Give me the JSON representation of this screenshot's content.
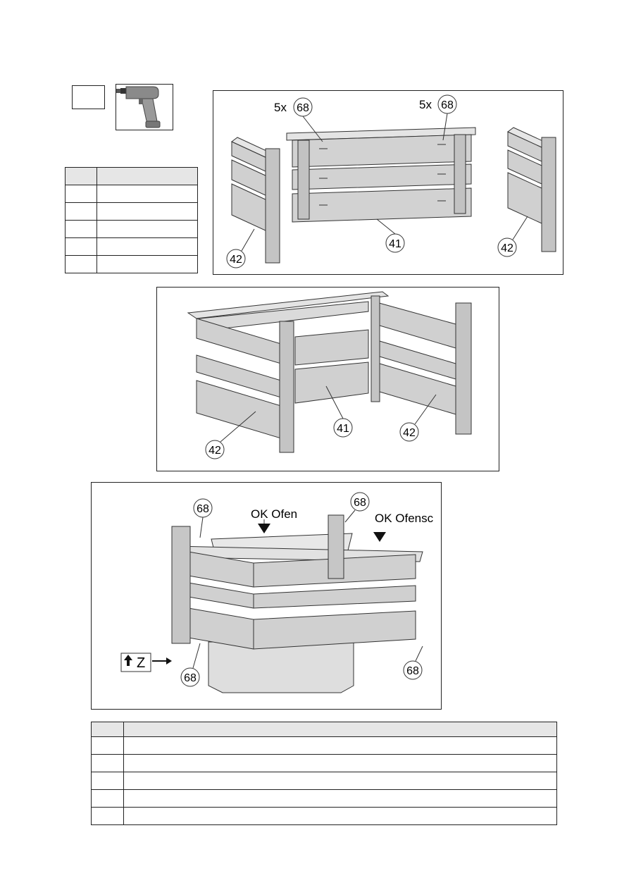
{
  "step": {
    "number": ""
  },
  "tool": {
    "icon": "drill-icon"
  },
  "parts_table": {
    "rows": [
      [
        "",
        ""
      ],
      [
        "",
        ""
      ],
      [
        "",
        ""
      ],
      [
        "",
        ""
      ],
      [
        "",
        ""
      ],
      [
        "",
        ""
      ]
    ]
  },
  "figure1": {
    "callouts": {
      "left_qty": "5x",
      "left_part": "68",
      "right_qty": "5x",
      "right_part": "68",
      "back": "41",
      "side_left": "42",
      "side_right": "42"
    }
  },
  "figure2": {
    "callouts": {
      "back": "41",
      "side_left": "42",
      "side_right": "42"
    }
  },
  "figure3": {
    "labels": {
      "ok_ofen": "OK Ofen",
      "ok_ofensc": "OK Ofensc",
      "z_label": "Z"
    },
    "callouts": {
      "top_left": "68",
      "top_right": "68",
      "bottom_left": "68",
      "bottom_right": "68"
    }
  },
  "steps_table": {
    "rows": [
      [
        "",
        ""
      ],
      [
        "",
        ""
      ],
      [
        "",
        ""
      ],
      [
        "",
        ""
      ],
      [
        "",
        ""
      ],
      [
        "",
        ""
      ]
    ]
  }
}
